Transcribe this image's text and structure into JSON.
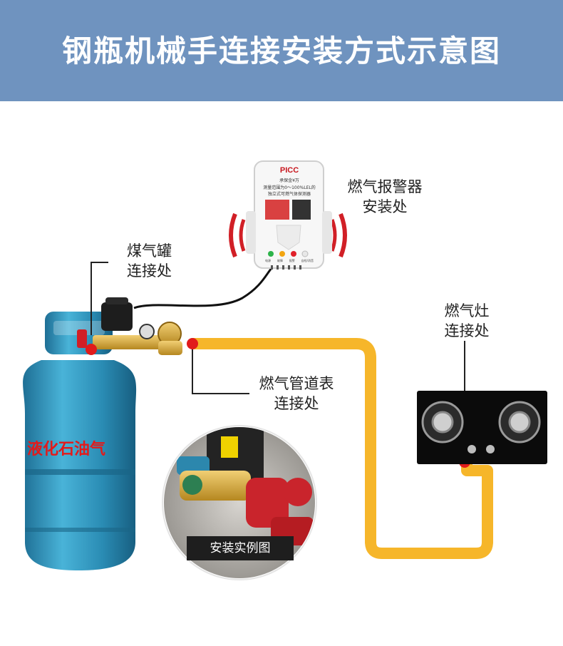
{
  "header": {
    "title": "钢瓶机械手连接安装方式示意图"
  },
  "labels": {
    "alarm": [
      "燃气报警器",
      "安装处"
    ],
    "tank": [
      "煤气罐",
      "连接处"
    ],
    "stove": [
      "燃气灶",
      "连接处"
    ],
    "pipe": [
      "燃气管道表",
      "连接处"
    ],
    "cylinder": "液化石油气",
    "photo": "安装实例图"
  },
  "device": {
    "brand": "PICC",
    "insured": "承保金¥万",
    "spec_line1": "测量范围为0～100%LEL的",
    "spec_line2": "独立式可燃气体探测器",
    "buttons": [
      "电源",
      "故障",
      "报警",
      "自检/消音"
    ]
  },
  "colors": {
    "banner": "#6f93bf",
    "pipe": "#f6b62a",
    "cylinder": "#2e8fb5",
    "regulator": "#d11f26",
    "marker": "#e11b1b",
    "cylinder_text": "#e31a1a"
  }
}
